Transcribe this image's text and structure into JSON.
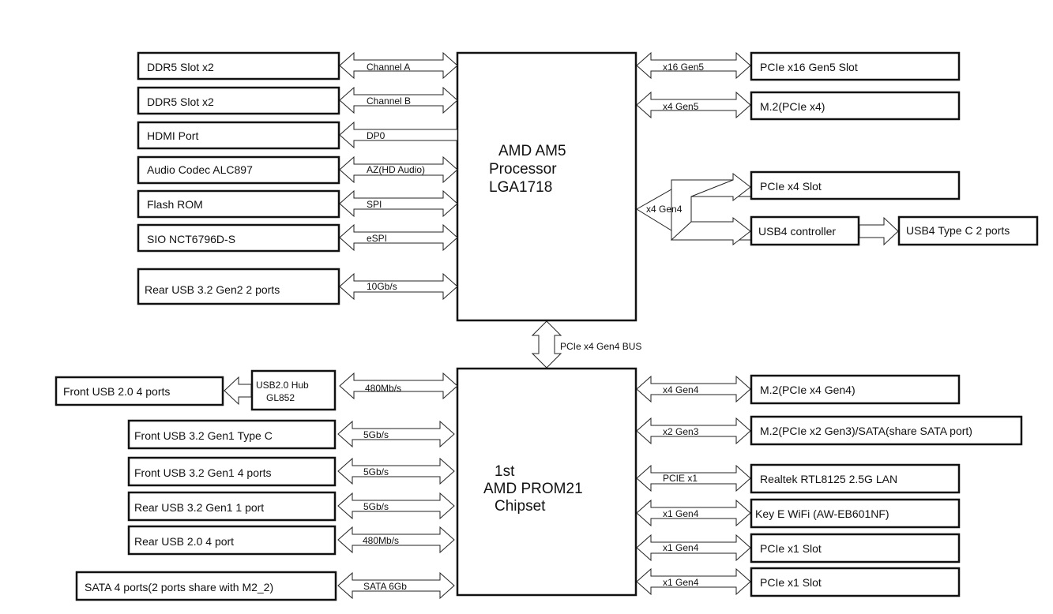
{
  "cpu": {
    "lines": [
      "AMD AM5",
      "Processor",
      "LGA1718"
    ]
  },
  "chipset": {
    "lines": [
      "1st",
      "AMD PROM21",
      "Chipset"
    ]
  },
  "bus": {
    "label": "PCIe x4 Gen4 BUS"
  },
  "cpu_left": [
    {
      "device": "DDR5 Slot x2",
      "link": "Channel A",
      "arrow": "both"
    },
    {
      "device": "DDR5 Slot x2",
      "link": "Channel B",
      "arrow": "both"
    },
    {
      "device": "HDMI Port",
      "link": "DP0",
      "arrow": "left"
    },
    {
      "device": "Audio Codec ALC897",
      "link": "AZ(HD Audio)",
      "arrow": "both"
    },
    {
      "device": "Flash ROM",
      "link": "SPI",
      "arrow": "both"
    },
    {
      "device": "SIO NCT6796D-S",
      "link": "eSPI",
      "arrow": "both"
    },
    {
      "device": "Rear USB 3.2 Gen2 2 ports",
      "link": "10Gb/s",
      "arrow": "both"
    }
  ],
  "cpu_right": [
    {
      "device": "PCIe x16 Gen5 Slot",
      "link": "x16 Gen5"
    },
    {
      "device": "M.2(PCIe x4)",
      "link": "x4 Gen5"
    }
  ],
  "cpu_switch": {
    "link": "x4 Gen4",
    "pcie_slot": "PCIe x4 Slot",
    "usb4_controller": "USB4 controller",
    "usb4_ports": "USB4 Type C 2 ports"
  },
  "chip_left": [
    {
      "device": "Front USB 3.2 Gen1 Type C",
      "link": "5Gb/s"
    },
    {
      "device": "Front USB 3.2 Gen1 4 ports",
      "link": "5Gb/s"
    },
    {
      "device": "Rear USB 3.2 Gen1 1 port",
      "link": "5Gb/s"
    },
    {
      "device": "Rear USB 2.0 4 port",
      "link": "480Mb/s"
    },
    {
      "device": "SATA 4 ports(2 ports share with M2_2)",
      "link": "SATA 6Gb"
    }
  ],
  "usb_hub": {
    "label_lines": [
      "USB2.0 Hub",
      "GL852"
    ],
    "link": "480Mb/s",
    "front_ports": "Front USB 2.0 4 ports"
  },
  "chip_right": [
    {
      "device": "M.2(PCIe x4 Gen4)",
      "link": "x4 Gen4"
    },
    {
      "device": "M.2(PCIe x2 Gen3)/SATA(share SATA port)",
      "link": "x2 Gen3"
    },
    {
      "device": "Realtek RTL8125 2.5G LAN",
      "link": "PCIE x1"
    },
    {
      "device": "Key E WiFi (AW-EB601NF)",
      "link": "x1 Gen4"
    },
    {
      "device": "PCIe x1 Slot",
      "link": "x1 Gen4"
    },
    {
      "device": "PCIe x1 Slot",
      "link": "x1 Gen4"
    }
  ]
}
